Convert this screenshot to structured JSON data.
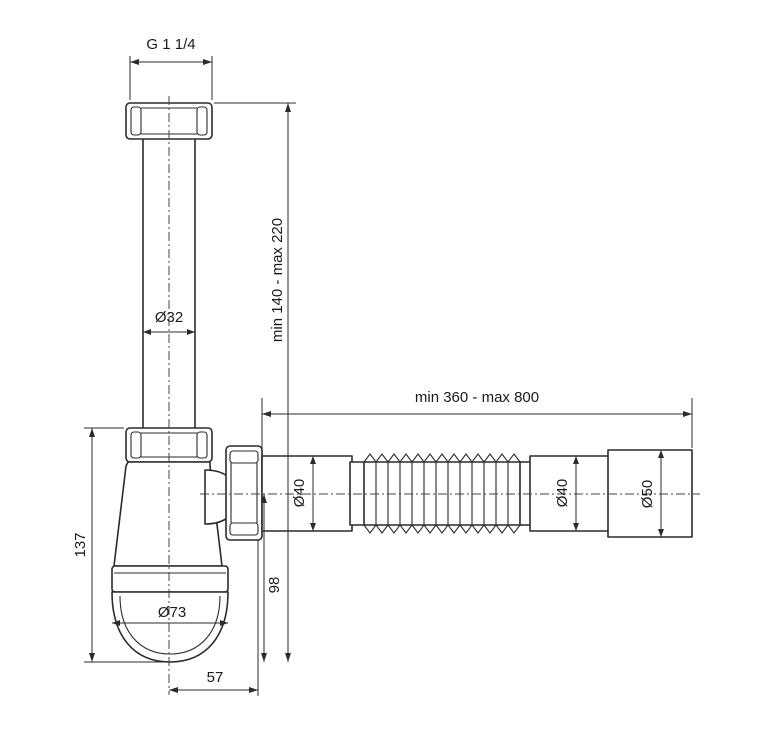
{
  "labels": {
    "thread": "G 1 1/4",
    "height_range": "min 140 - max 220",
    "dia_tube": "Ø32",
    "length_range": "min 360 - max 800",
    "dia_outlet_1": "Ø40",
    "dia_outlet_2": "Ø40",
    "dia_outlet_end": "Ø50",
    "overall_height": "137",
    "outlet_height": "98",
    "dia_bowl": "Ø73",
    "offset": "57"
  }
}
